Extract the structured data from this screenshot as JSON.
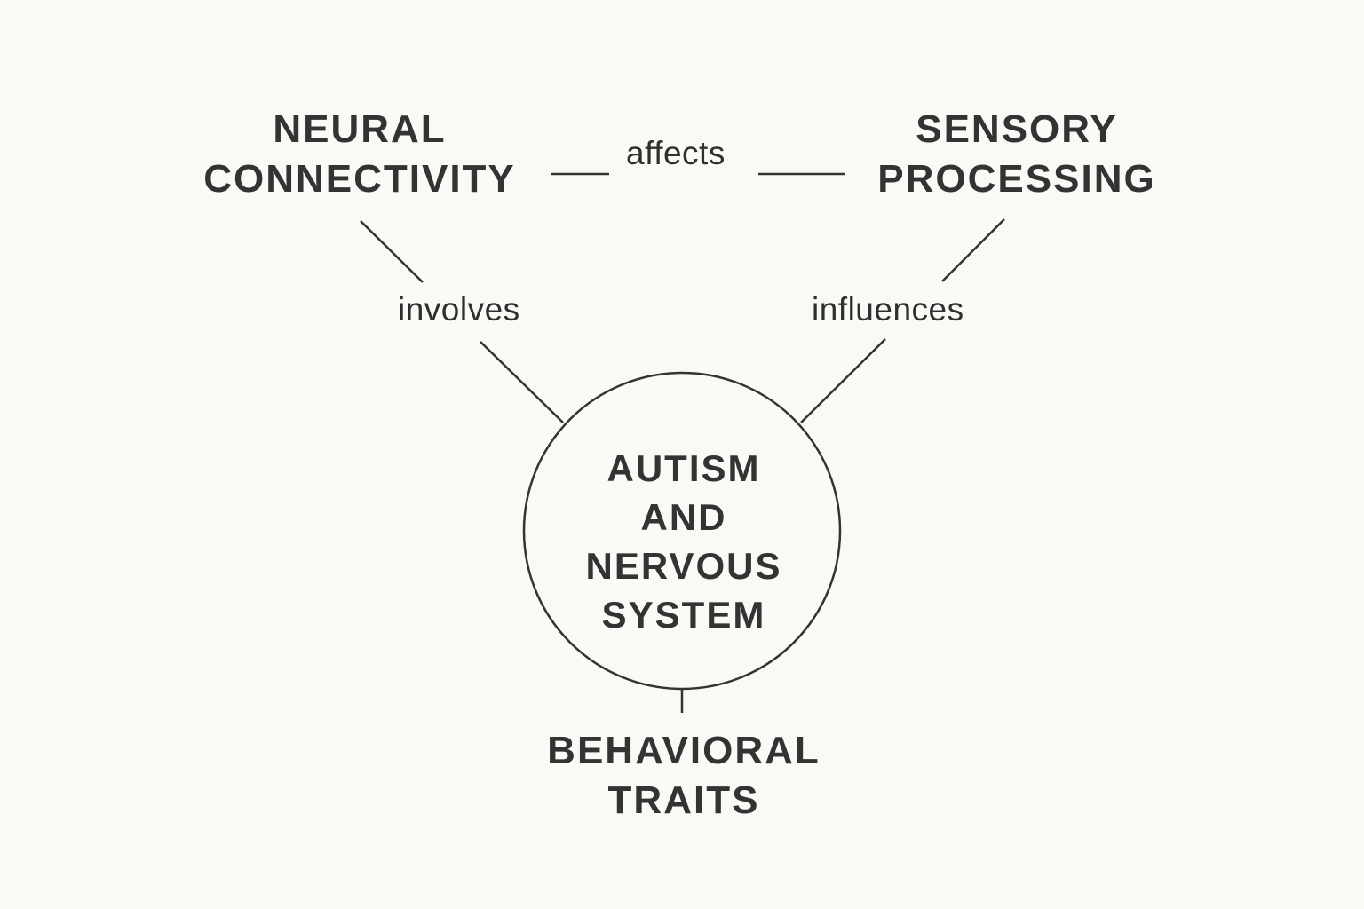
{
  "diagram": {
    "nodes": {
      "neural_connectivity": {
        "lines": [
          "NEURAL",
          "CONNECTIVITY"
        ]
      },
      "sensory_processing": {
        "lines": [
          "SENSORY",
          "PROCESSING"
        ]
      },
      "autism_nervous_system": {
        "lines": [
          "AUTISM",
          "AND",
          "NERVOUS",
          "SYSTEM"
        ]
      },
      "behavioral_traits": {
        "lines": [
          "BEHAVIORAL",
          "TRAITS"
        ]
      }
    },
    "edges": {
      "affects": {
        "label": "affects",
        "from": "neural_connectivity",
        "to": "sensory_processing"
      },
      "involves": {
        "label": "involves",
        "from": "neural_connectivity",
        "to": "autism_nervous_system"
      },
      "influences": {
        "label": "influences",
        "from": "sensory_processing",
        "to": "autism_nervous_system"
      },
      "leads_to": {
        "label": "",
        "from": "autism_nervous_system",
        "to": "behavioral_traits"
      }
    }
  },
  "colors": {
    "background": "#faf9f5",
    "ink": "#333333"
  }
}
